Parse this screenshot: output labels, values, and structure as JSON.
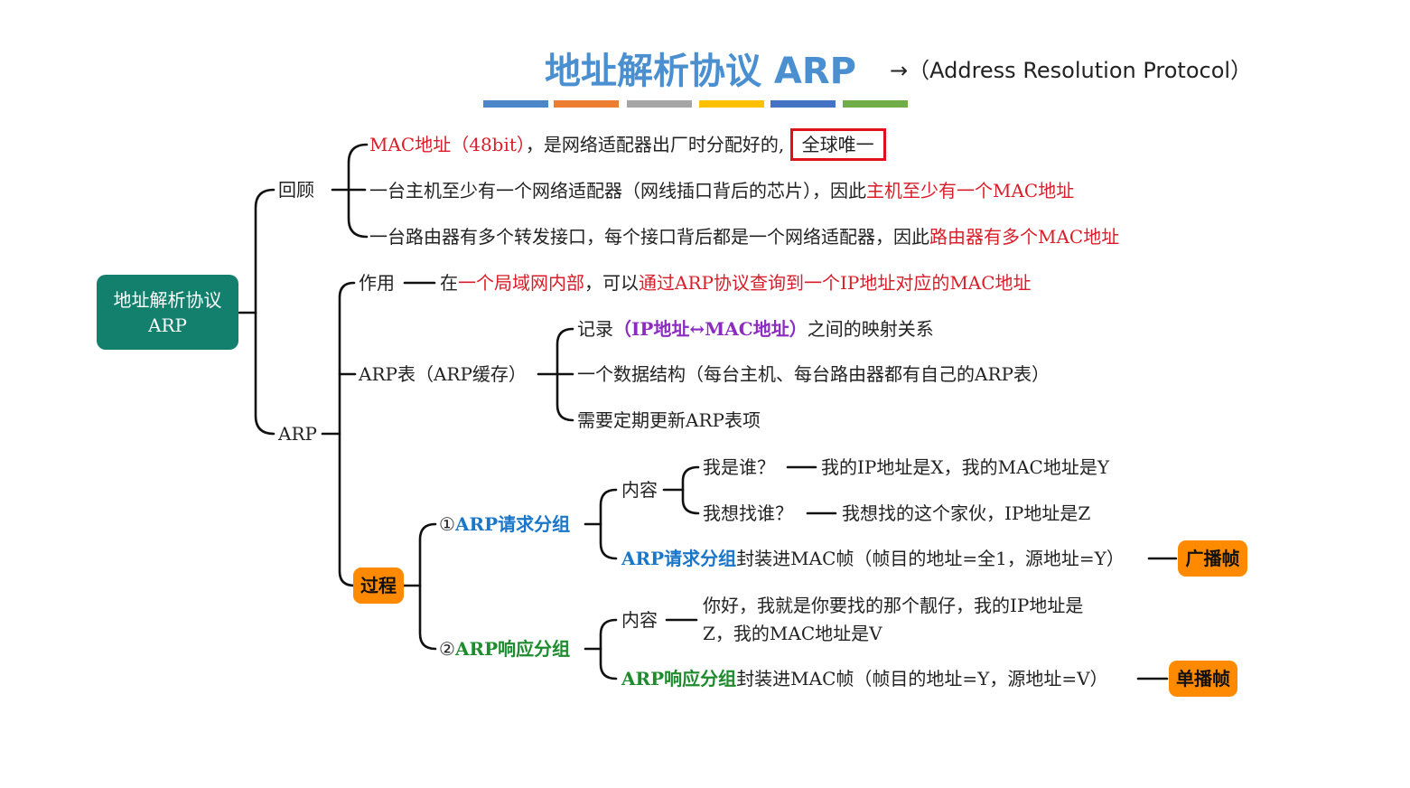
{
  "header": {
    "title": "地址解析协议 ARP",
    "subtitle": "→（Address Resolution Protocol）",
    "color_bars": [
      "#4a86c8",
      "#ed7d31",
      "#a5a5a5",
      "#ffc000",
      "#4472c4",
      "#70ad47"
    ]
  },
  "root": {
    "line1": "地址解析协议",
    "line2": "ARP"
  },
  "review": {
    "label": "回顾",
    "item1": {
      "a": "MAC地址（48bit）",
      "b": "，是网络适配器出厂时分配好的,",
      "c": "全球唯一"
    },
    "item2": {
      "a": "一台主机至少有一个网络适配器（网线插口背后的芯片），因此",
      "b": "主机至少有一个MAC地址"
    },
    "item3": {
      "a": "一台路由器有多个转发接口，每个接口背后都是一个网络适配器，因此",
      "b": "路由器有多个MAC地址"
    }
  },
  "arp": {
    "label": "ARP",
    "role": {
      "label": "作用",
      "a": "在",
      "b": "一个局域网内部",
      "c": "，可以",
      "d": "通过ARP协议查询到一个IP地址对应的MAC地址"
    },
    "table": {
      "label": "ARP表（ARP缓存）",
      "item1": {
        "a": "记录",
        "b": "（IP地址↔MAC地址）",
        "c": "之间的映射关系"
      },
      "item2": "一个数据结构（每台主机、每台路由器都有自己的ARP表）",
      "item3": "需要定期更新ARP表项"
    },
    "process": {
      "label": "过程",
      "request": {
        "label_num": "①",
        "label": "ARP请求分组",
        "content_label": "内容",
        "q1": "我是谁？",
        "a1": "我的IP地址是X，我的MAC地址是Y",
        "q2": "我想找谁？",
        "a2": "我想找的这个家伙，IP地址是Z",
        "encap_a": "ARP请求分组",
        "encap_b": "封装进MAC帧（帧目的地址=全1，源地址=Y）",
        "frame": "广播帧"
      },
      "response": {
        "label_num": "②",
        "label": "ARP响应分组",
        "content_label": "内容",
        "text1": "你好，我就是你要找的那个靓仔，我的IP地址是",
        "text2": "Z，我的MAC地址是V",
        "encap_a": "ARP响应分组",
        "encap_b": "封装进MAC帧（帧目的地址=Y，源地址=V）",
        "frame": "单播帧"
      }
    }
  }
}
